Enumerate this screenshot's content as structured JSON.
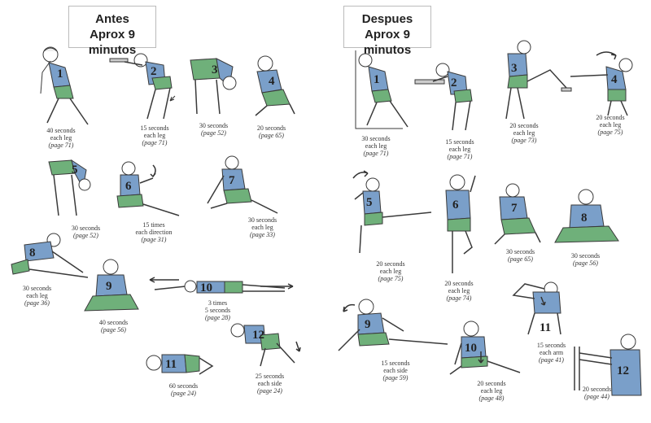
{
  "panels": {
    "left": {
      "title_line1": "Antes",
      "title_line2": "Aprox 9 minutos"
    },
    "right": {
      "title_line1": "Despues",
      "title_line2": "Aprox 9 minutos"
    }
  },
  "colors": {
    "shirt": "#7a9fc9",
    "shorts": "#6fb07a",
    "line": "#3a3a3a",
    "head": "#ffffff"
  },
  "left_exercises": [
    {
      "num": "1",
      "line1": "40 seconds",
      "line2": "each leg",
      "page": "(page 71)"
    },
    {
      "num": "2",
      "line1": "15 seconds",
      "line2": "each leg",
      "page": "(page 71)"
    },
    {
      "num": "3",
      "line1": "30 seconds",
      "line2": "",
      "page": "(page 52)"
    },
    {
      "num": "4",
      "line1": "20 seconds",
      "line2": "",
      "page": "(page 65)"
    },
    {
      "num": "5",
      "line1": "30 seconds",
      "line2": "",
      "page": "(page 52)"
    },
    {
      "num": "6",
      "line1": "15 times",
      "line2": "each direction",
      "page": "(page 31)"
    },
    {
      "num": "7",
      "line1": "30 seconds",
      "line2": "each leg",
      "page": "(page 33)"
    },
    {
      "num": "8",
      "line1": "30 seconds",
      "line2": "each leg",
      "page": "(page 36)"
    },
    {
      "num": "9",
      "line1": "40 seconds",
      "line2": "",
      "page": "(page 56)"
    },
    {
      "num": "10",
      "line1": "3 times",
      "line2": "5 seconds",
      "page": "(page 28)"
    },
    {
      "num": "11",
      "line1": "60 seconds",
      "line2": "",
      "page": "(page 24)"
    },
    {
      "num": "12",
      "line1": "25 seconds",
      "line2": "each side",
      "page": "(page 24)"
    }
  ],
  "right_exercises": [
    {
      "num": "1",
      "line1": "30 seconds",
      "line2": "each leg",
      "page": "(page 71)"
    },
    {
      "num": "2",
      "line1": "15 seconds",
      "line2": "each leg",
      "page": "(page 71)"
    },
    {
      "num": "3",
      "line1": "20 seconds",
      "line2": "each leg",
      "page": "(page 73)"
    },
    {
      "num": "4",
      "line1": "20 seconds",
      "line2": "each leg",
      "page": "(page 75)"
    },
    {
      "num": "5",
      "line1": "20 seconds",
      "line2": "each leg",
      "page": "(page 75)"
    },
    {
      "num": "6",
      "line1": "20 seconds",
      "line2": "each leg",
      "page": "(page 74)"
    },
    {
      "num": "7",
      "line1": "30 seconds",
      "line2": "",
      "page": "(page 65)"
    },
    {
      "num": "8",
      "line1": "30 seconds",
      "line2": "",
      "page": "(page 56)"
    },
    {
      "num": "9",
      "line1": "15 seconds",
      "line2": "each side",
      "page": "(page 59)"
    },
    {
      "num": "10",
      "line1": "20 seconds",
      "line2": "each leg",
      "page": "(page 48)"
    },
    {
      "num": "11",
      "line1": "15 seconds",
      "line2": "each arm",
      "page": "(page 41)"
    },
    {
      "num": "12",
      "line1": "20 seconds",
      "line2": "",
      "page": "(page 44)"
    }
  ]
}
